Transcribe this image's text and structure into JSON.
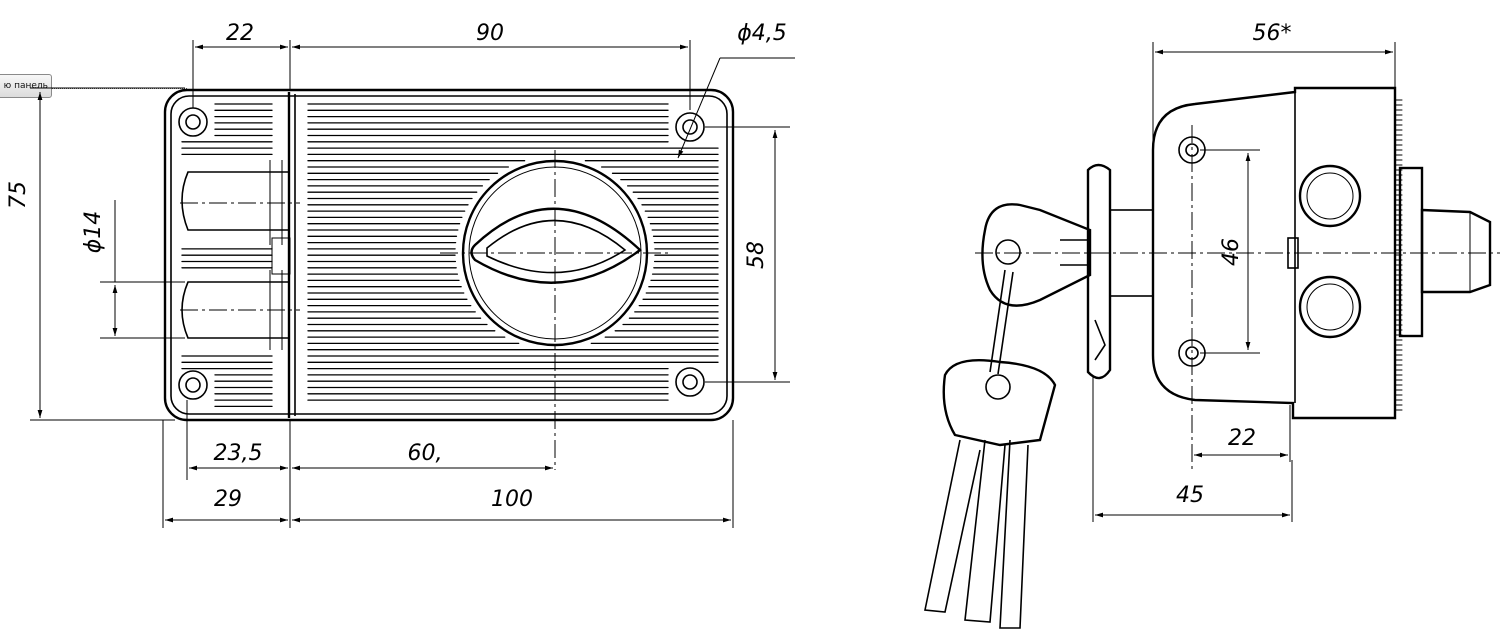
{
  "panel_button": {
    "label": "ю панель"
  },
  "front_view": {
    "dimensions": {
      "top_left_width": "22",
      "top_width": "90",
      "hole_diameter": "ϕ4,5",
      "overall_height": "75",
      "bolt_diameter": "ϕ14",
      "hole_spacing_vertical": "58",
      "bolt_offset": "23,5",
      "center_distance": "60,",
      "edge_width": "29",
      "overall_width": "100"
    }
  },
  "side_view": {
    "dimensions": {
      "depth": "56*",
      "hole_spacing": "46",
      "hole_offset": "22",
      "backset": "45"
    }
  }
}
